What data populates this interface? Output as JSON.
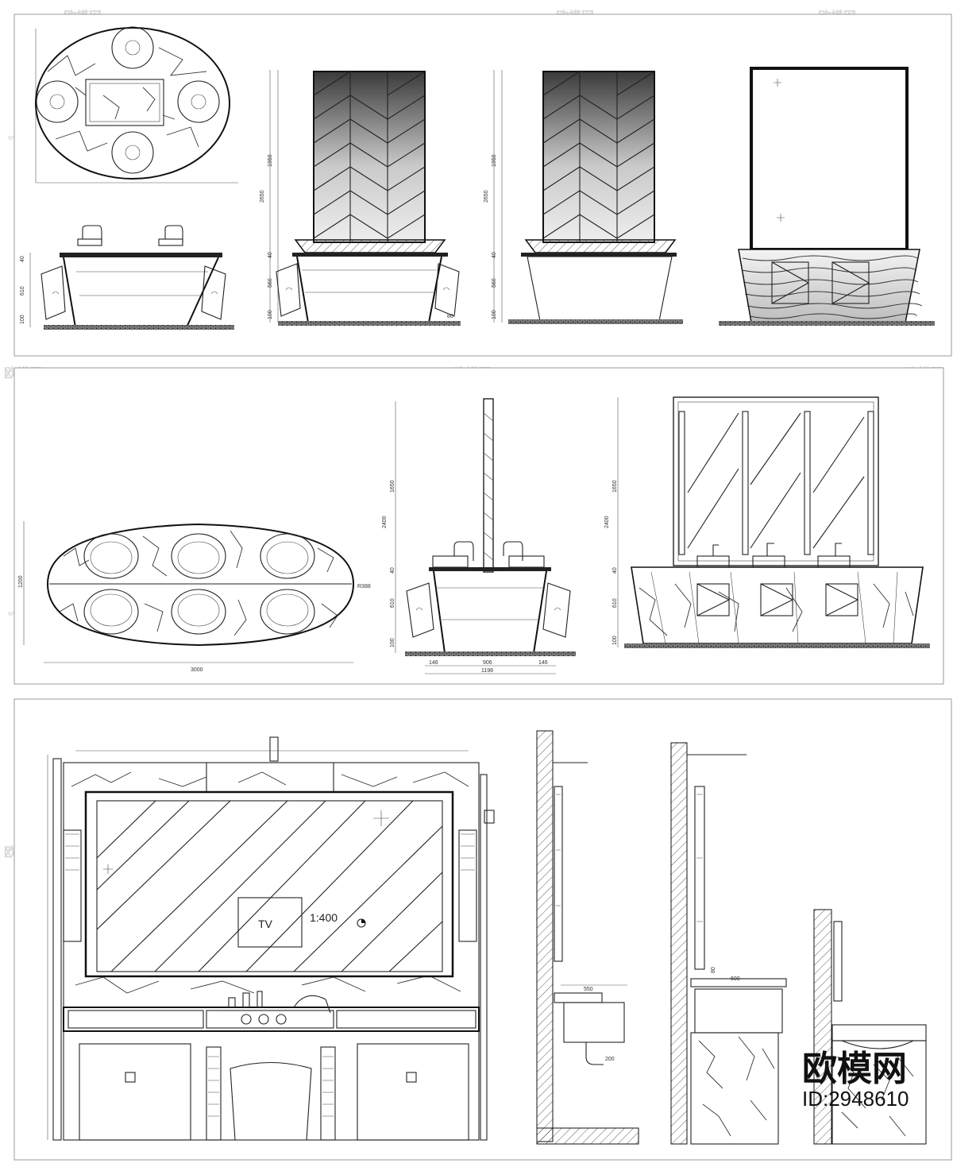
{
  "brand": {
    "logo_text": "欧模网",
    "id_label": "ID:2948610",
    "watermark_text": "欧模网",
    "watermark_url": "www.om.cn"
  },
  "panel1": {
    "dims_center": [
      "1950",
      "2650",
      "40",
      "560",
      "100"
    ],
    "dims_left": [
      "40",
      "610",
      "100"
    ],
    "dims_right": [
      "1950",
      "2650",
      "40",
      "560",
      "100"
    ],
    "foot_label": "80"
  },
  "panel2": {
    "plan_width": "3000",
    "plan_height": "1200",
    "plan_radius": "R388",
    "elev_dims": [
      "1650",
      "2400",
      "40",
      "610",
      "100"
    ],
    "elev_bottom": [
      "146",
      "906",
      "146",
      "1198"
    ],
    "long_dims": [
      "1650",
      "2400",
      "40",
      "610",
      "100"
    ]
  },
  "panel3": {
    "tv_label": "TV",
    "tv_ratio": "1:400",
    "section_a_dims": [
      "550",
      "200"
    ],
    "section_b_dims": [
      "600",
      "80"
    ]
  },
  "colors": {
    "line": "#222222",
    "panel_border": "#9a9a9a",
    "watermark": "#d4d4d4"
  }
}
